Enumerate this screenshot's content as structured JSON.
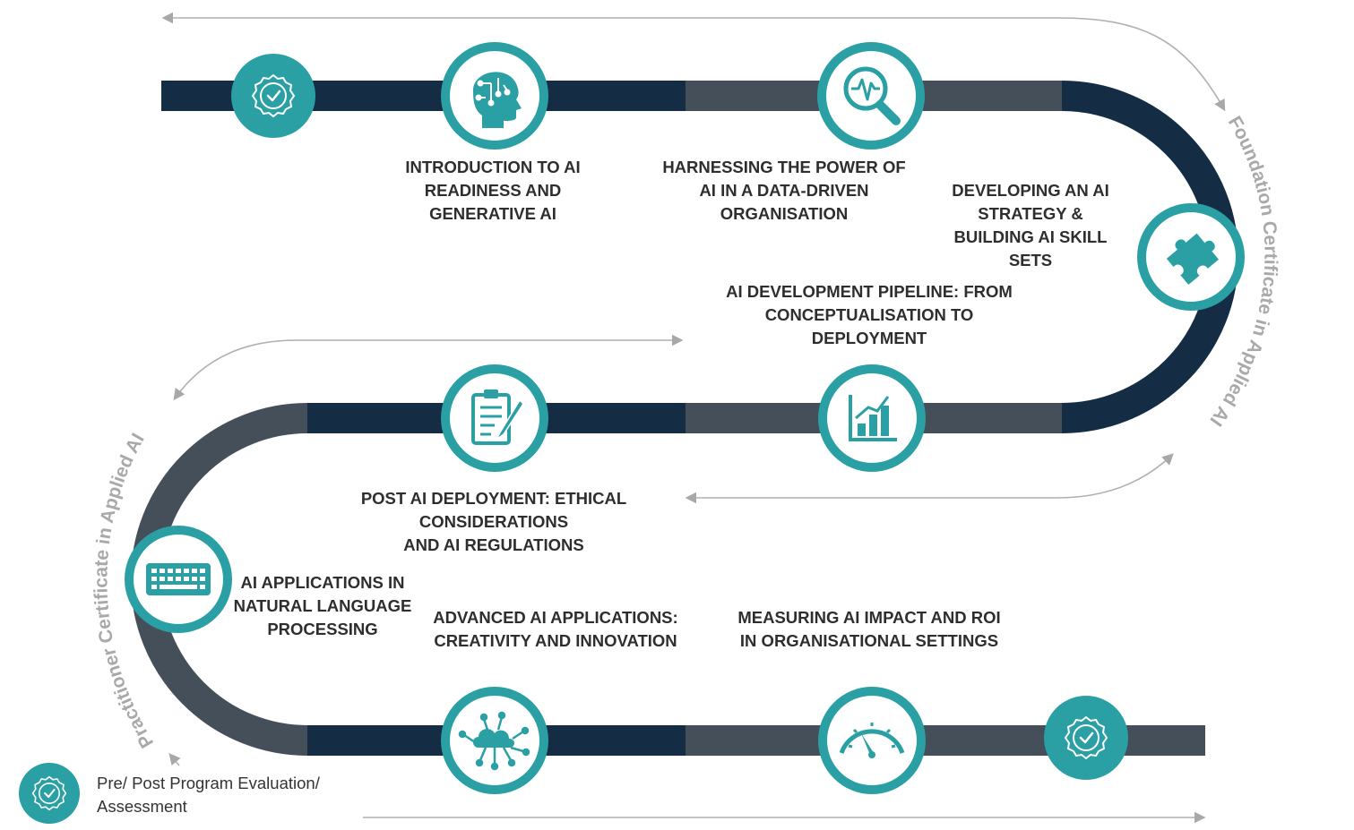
{
  "colors": {
    "navy": "#142d45",
    "slate": "#454f5a",
    "teal": "#2aa0a4",
    "teal_dark": "#1e8a8e",
    "arrow_gray": "#b0b0b0",
    "curve_text_gray": "#a9a9a9",
    "label_text": "#2e2e2e"
  },
  "tracks": {
    "foundation": "Foundation Certificate in Applied AI",
    "practitioner": "Practitioner Certificate in Applied AI"
  },
  "modules": [
    {
      "icon": "brain-circuit-icon",
      "lines": [
        "INTRODUCTION TO AI",
        "READINESS AND",
        "GENERATIVE AI"
      ]
    },
    {
      "icon": "magnifier-pulse-icon",
      "lines": [
        "HARNESSING THE POWER OF",
        "AI IN A DATA-DRIVEN",
        "ORGANISATION"
      ]
    },
    {
      "icon": "puzzle-piece-icon",
      "lines": [
        "DEVELOPING AN AI",
        "STRATEGY &",
        "BUILDING AI SKILL",
        "SETS"
      ]
    },
    {
      "icon": "bar-chart-icon",
      "lines": [
        "AI DEVELOPMENT PIPELINE: FROM",
        "CONCEPTUALISATION TO",
        "DEPLOYMENT"
      ]
    },
    {
      "icon": "clipboard-pen-icon",
      "lines": [
        "POST AI DEPLOYMENT: ETHICAL",
        "CONSIDERATIONS",
        "AND AI REGULATIONS"
      ]
    },
    {
      "icon": "keyboard-icon",
      "lines": [
        "AI APPLICATIONS IN",
        "NATURAL LANGUAGE",
        "PROCESSING"
      ]
    },
    {
      "icon": "cloud-network-icon",
      "lines": [
        "ADVANCED AI APPLICATIONS:",
        "CREATIVITY AND INNOVATION"
      ]
    },
    {
      "icon": "speedometer-icon",
      "lines": [
        "MEASURING AI IMPACT AND ROI",
        "IN ORGANISATIONAL SETTINGS"
      ]
    }
  ],
  "legend": {
    "icon": "badge-check-icon",
    "line1": "Pre/ Post Program Evaluation/",
    "line2": "Assessment"
  }
}
